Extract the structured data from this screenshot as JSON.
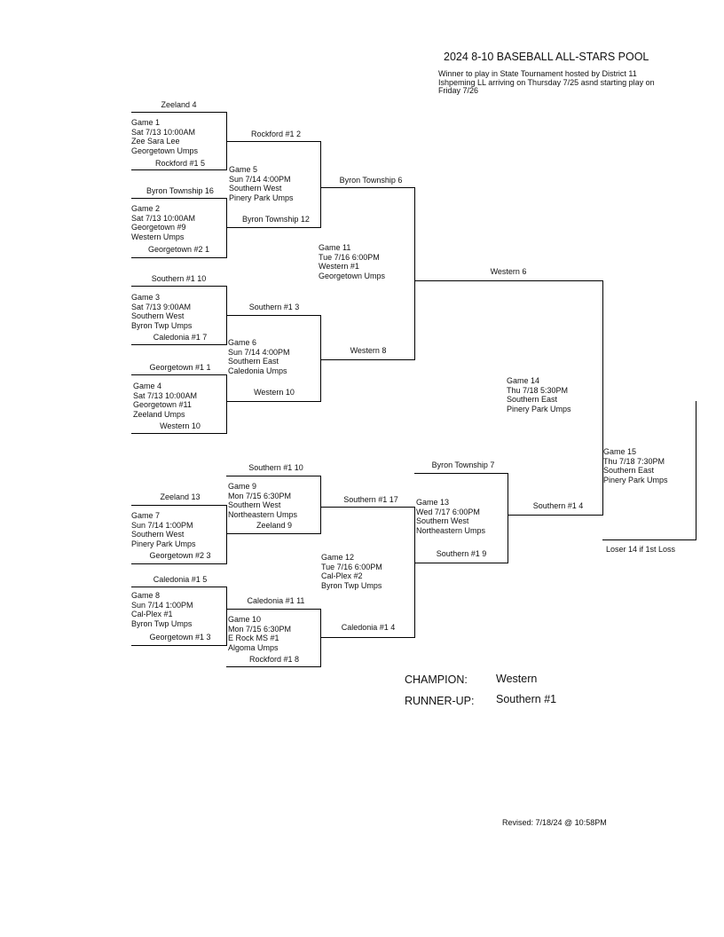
{
  "header": {
    "title": "2024 8-10 BASEBALL ALL-STARS POOL",
    "subtitle": "Winner to play in State Tournament hosted by District 11 Ishpeming LL arriving on Thursday 7/25 asnd starting play on Friday 7/26"
  },
  "slots": {
    "g1_top": "Zeeland  4",
    "g1_bot": "Rockford #1  5",
    "g2_top": "Byron Township  16",
    "g2_bot": "Georgetown #2  1",
    "g3_top": "Southern #1  10",
    "g3_bot": "Caledonia #1  7",
    "g4_top": "Georgetown #1  1",
    "g4_bot": "Western  10",
    "g5_top": "Rockford #1  2",
    "g5_bot": "Byron Township  12",
    "g6_top": "Southern #1  3",
    "g6_bot": "Western  10",
    "g11_top": "Byron Township  6",
    "g11_bot": "Western  8",
    "g15_top": "Western  6",
    "g7_top": "Zeeland  13",
    "g7_bot": "Georgetown #2  3",
    "g8_top": "Caledonia #1  5",
    "g8_bot": "Georgetown #1  3",
    "g9_top": "Southern #1  10",
    "g9_bot": "Zeeland  9",
    "g10_top": "Caledonia #1  11",
    "g10_bot": "Rockford #1  8",
    "g12_top": "Southern #1  17",
    "g12_bot": "Caledonia #1  4",
    "g13_top": "Byron Township  7",
    "g13_bot": "Southern #1  9",
    "g14_winner": "Southern #1  4",
    "loser_note": "Loser 14 if 1st Loss"
  },
  "games": {
    "g1": [
      "Game 1",
      "Sat  7/13 10:00AM",
      "Zee Sara Lee",
      "Georgetown Umps"
    ],
    "g2": [
      "Game 2",
      "Sat  7/13 10:00AM",
      "Georgetown #9",
      "Western Umps"
    ],
    "g3": [
      "Game 3",
      "Sat  7/13  9:00AM",
      "Southern West",
      "Byron Twp Umps"
    ],
    "g4": [
      "Game 4",
      "Sat  7/13 10:00AM",
      "Georgetown #11",
      "Zeeland Umps"
    ],
    "g5": [
      "Game 5",
      "Sun  7/14  4:00PM",
      "Southern West",
      "Pinery Park Umps"
    ],
    "g6": [
      "Game 6",
      "Sun  7/14  4:00PM",
      "Southern East",
      "Caledonia Umps"
    ],
    "g11": [
      "Game 11",
      "Tue  7/16  6:00PM",
      "Western #1",
      "Georgetown Umps"
    ],
    "g14": [
      "Game 14",
      "Thu  7/18  5:30PM",
      "Southern East",
      "Pinery Park Umps"
    ],
    "g15": [
      "Game 15",
      "Thu  7/18  7:30PM",
      "Southern East",
      "Pinery Park Umps"
    ],
    "g7": [
      "Game 7",
      "Sun  7/14  1:00PM",
      "Southern West",
      "Pinery Park Umps"
    ],
    "g8": [
      "Game 8",
      "Sun  7/14  1:00PM",
      "Cal-Plex #1",
      "Byron Twp Umps"
    ],
    "g9": [
      "Game 9",
      "Mon  7/15  6:30PM",
      "Southern West",
      "Northeastern Umps"
    ],
    "g10": [
      "Game 10",
      "Mon  7/15  6:30PM",
      "E Rock MS #1",
      "Algoma Umps"
    ],
    "g12": [
      "Game 12",
      "Tue  7/16  6:00PM",
      "Cal-Plex #2",
      "Byron Twp Umps"
    ],
    "g13": [
      "Game 13",
      "Wed  7/17  6:00PM",
      "Southern West",
      "Northeastern Umps"
    ]
  },
  "results": {
    "champion_label": "CHAMPION:",
    "champion": "Western",
    "runnerup_label": "RUNNER-UP:",
    "runnerup": "Southern #1"
  },
  "footer": {
    "revised": "Revised:  7/18/24 @ 10:58PM"
  }
}
